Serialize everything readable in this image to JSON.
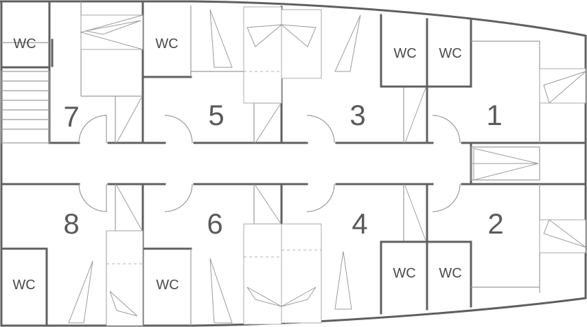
{
  "cabins": [
    {
      "number": "1",
      "wc": "WC"
    },
    {
      "number": "2",
      "wc": "WC"
    },
    {
      "number": "3",
      "wc": "WC"
    },
    {
      "number": "4",
      "wc": "WC"
    },
    {
      "number": "5",
      "wc": "WC"
    },
    {
      "number": "6",
      "wc": "WC"
    },
    {
      "number": "7",
      "wc": "WC"
    },
    {
      "number": "8",
      "wc": "WC"
    }
  ]
}
